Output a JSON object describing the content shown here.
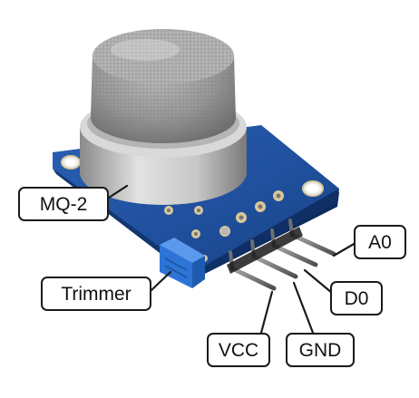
{
  "labels": {
    "mq2": "MQ-2",
    "trimmer": "Trimmer",
    "a0": "A0",
    "d0": "D0",
    "vcc": "VCC",
    "gnd": "GND"
  },
  "colors": {
    "pcb": "#1f4f9c",
    "pcb_dark": "#123672",
    "pcb_edge": "#0d2a5c",
    "mesh": "#9a9a9a",
    "metal_ring": "#c9c9c9",
    "pin_gold": "#d8c79a",
    "pin_metal": "#7d7d7d",
    "trimmer": "#2d74d6",
    "callout_border": "#1a1a1a"
  }
}
